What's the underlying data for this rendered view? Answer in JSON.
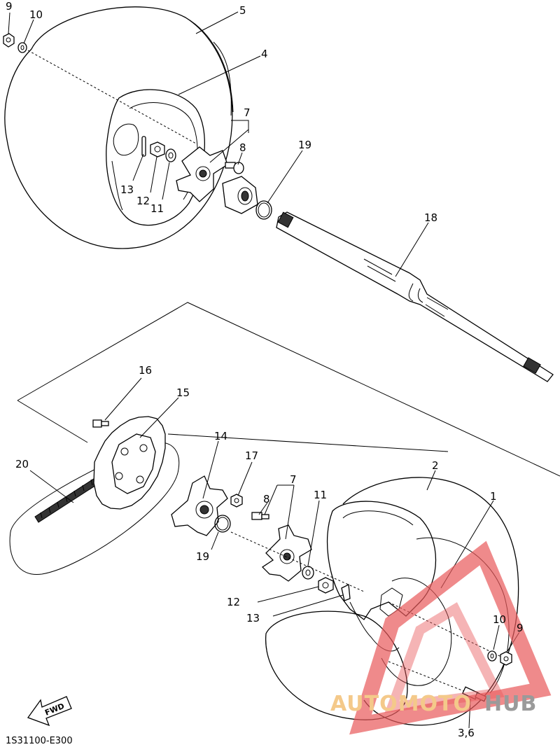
{
  "diagram_code": "1S31100-E300",
  "fwd_label": "FWD",
  "watermark": {
    "part1": "AUTOMOTO",
    "part2": "HUB"
  },
  "callouts": {
    "c9_top": "9",
    "c10_top": "10",
    "c5": "5",
    "c4": "4",
    "c7_top": "7",
    "c8_top": "8",
    "c19_top": "19",
    "c13_top": "13",
    "c12_top": "12",
    "c11_top": "11",
    "c18": "18",
    "c16": "16",
    "c15": "15",
    "c20": "20",
    "c14": "14",
    "c17": "17",
    "c7_bot": "7",
    "c8_bot": "8",
    "c11_bot": "11",
    "c19_bot": "19",
    "c12_bot": "12",
    "c13_bot": "13",
    "c2": "2",
    "c1": "1",
    "c10_bot": "10",
    "c9_bot": "9",
    "c36": "3,6"
  },
  "colors": {
    "line": "#000000",
    "watermark_red": "#e8585a",
    "watermark_orange": "#f4c98a",
    "watermark_gray": "#9a9a9a"
  }
}
